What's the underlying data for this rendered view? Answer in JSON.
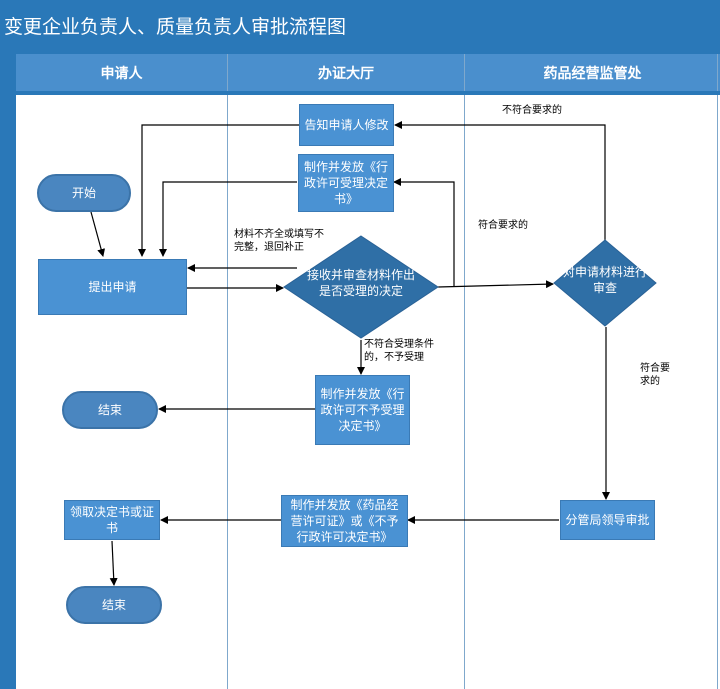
{
  "title": "变更企业负责人、质量负责人审批流程图",
  "lanes": [
    "申请人",
    "办证大厅",
    "药品经营监管处"
  ],
  "nodes": {
    "start": "开始",
    "submit": "提出申请",
    "end1": "结束",
    "collect": "领取决定书或证书",
    "end2": "结束",
    "notify": "告知申请人修改",
    "make_accept": "制作并发放《行政许可受理决定书》",
    "review": "接收并审查材料作出是否受理的决定",
    "make_reject": "制作并发放《行政许可不予受理决定书》",
    "make_license": "制作并发放《药品经营许可证》或《不予行政许可决定书》",
    "check": "对申请材料进行审查",
    "leader": "分管局领导审批"
  },
  "notes": {
    "incomplete": "材料不齐全或填写不完整，退回补正",
    "not_meet_top": "不符合要求的",
    "meet": "符合要求的",
    "not_accept": "不符合受理条件的，不予受理",
    "meet2": "符合要求的"
  }
}
